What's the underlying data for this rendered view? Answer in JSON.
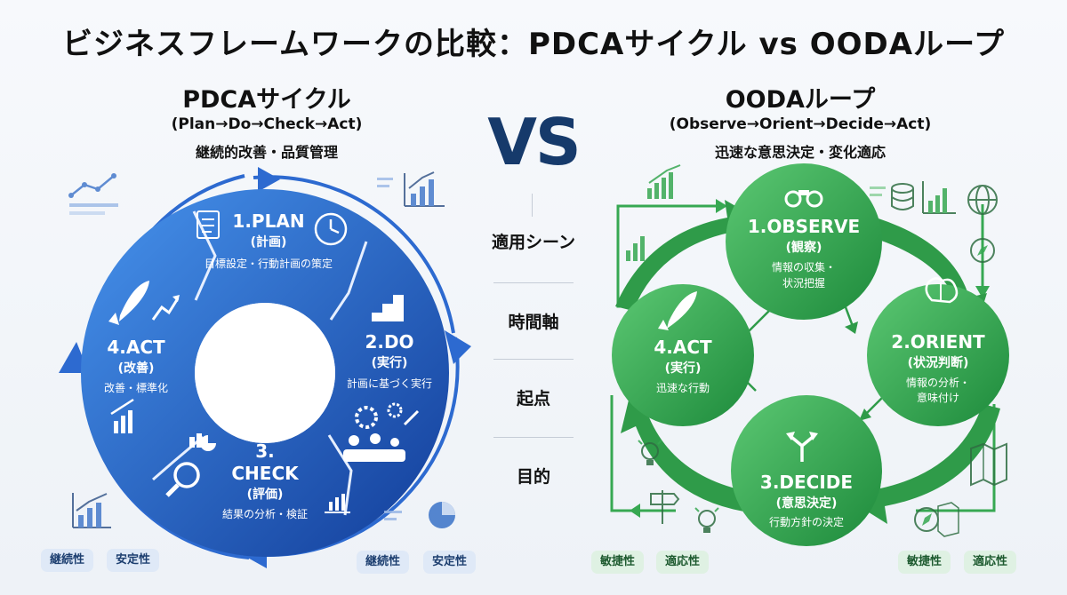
{
  "title": "ビジネスフレームワークの比較：PDCAサイクル vs OODAループ",
  "vs": "VS",
  "pdca": {
    "title": "PDCAサイクル",
    "subtitle": "(Plan→Do→Check→Act)",
    "desc": "継続的改善・品質管理",
    "stages": [
      {
        "name": "1.PLAN",
        "jp": "(計画)",
        "desc": "目標設定・行動計画の策定"
      },
      {
        "name": "2.DO",
        "jp": "(実行)",
        "desc": "計画に基づく実行"
      },
      {
        "name_line1": "3.",
        "name_line2": "CHECK",
        "jp": "(評価)",
        "desc": "結果の分析・検証"
      },
      {
        "name": "4.ACT",
        "jp": "(改善)",
        "desc": "改善・標準化"
      }
    ],
    "tags_left": [
      "継続性",
      "安定性"
    ],
    "tags_right": [
      "継続性",
      "安定性"
    ]
  },
  "middle": {
    "labels": [
      "適用シーン",
      "時間軸",
      "起点",
      "目的"
    ]
  },
  "ooda": {
    "title": "OODAループ",
    "subtitle": "(Observe→Orient→Decide→Act)",
    "desc": "迅速な意思決定・変化適応",
    "stages": [
      {
        "name": "1.OBSERVE",
        "jp": "(観察)",
        "desc_line1": "情報の収集・",
        "desc_line2": "状況把握"
      },
      {
        "name": "2.ORIENT",
        "jp": "(状況判断)",
        "desc_line1": "情報の分析・",
        "desc_line2": "意味付け"
      },
      {
        "name": "3.DECIDE",
        "jp": "(意思決定)",
        "desc": "行動方針の決定"
      },
      {
        "name": "4.ACT",
        "jp": "(実行)",
        "desc": "迅速な行動"
      }
    ],
    "tags_left": [
      "敏捷性",
      "適応性"
    ],
    "tags_right": [
      "敏捷性",
      "適応性"
    ]
  },
  "colors": {
    "pdca_dark": "#1f57b8",
    "pdca_light": "#3f86e0",
    "ooda_dark": "#1f8f3e",
    "ooda_light": "#4cc06a",
    "vs": "#163a6b"
  },
  "icons": [
    "notepad-icon",
    "clock-icon",
    "rocket-icon",
    "growth-arrow-icon",
    "stairs-icon",
    "gears-icon",
    "team-icon",
    "magnifier-icon",
    "bar-chart-icon",
    "pie-chart-icon",
    "line-chart-icon",
    "binoculars-icon",
    "brain-icon",
    "signpost-icon",
    "database-icon",
    "globe-icon",
    "compass-icon",
    "map-icon",
    "lightbulb-icon"
  ]
}
